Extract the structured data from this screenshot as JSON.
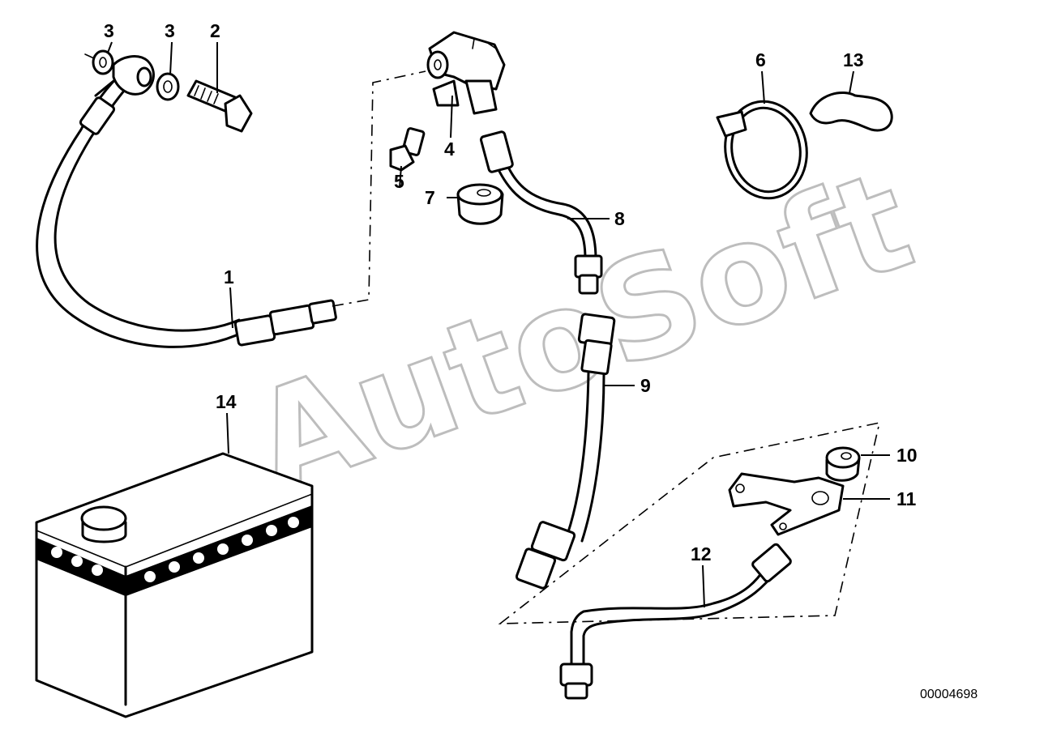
{
  "callouts": [
    {
      "id": "p1",
      "label": "1"
    },
    {
      "id": "p2",
      "label": "2"
    },
    {
      "id": "p3a",
      "label": "3"
    },
    {
      "id": "p3b",
      "label": "3"
    },
    {
      "id": "p4",
      "label": "4"
    },
    {
      "id": "p5",
      "label": "5"
    },
    {
      "id": "p6",
      "label": "6"
    },
    {
      "id": "p7",
      "label": "7"
    },
    {
      "id": "p8",
      "label": "8"
    },
    {
      "id": "p9",
      "label": "9"
    },
    {
      "id": "p10",
      "label": "10"
    },
    {
      "id": "p11",
      "label": "11"
    },
    {
      "id": "p12",
      "label": "12"
    },
    {
      "id": "p13",
      "label": "13"
    },
    {
      "id": "p14",
      "label": "14"
    }
  ],
  "watermark": "AutoSoft",
  "document_number": "00004698"
}
